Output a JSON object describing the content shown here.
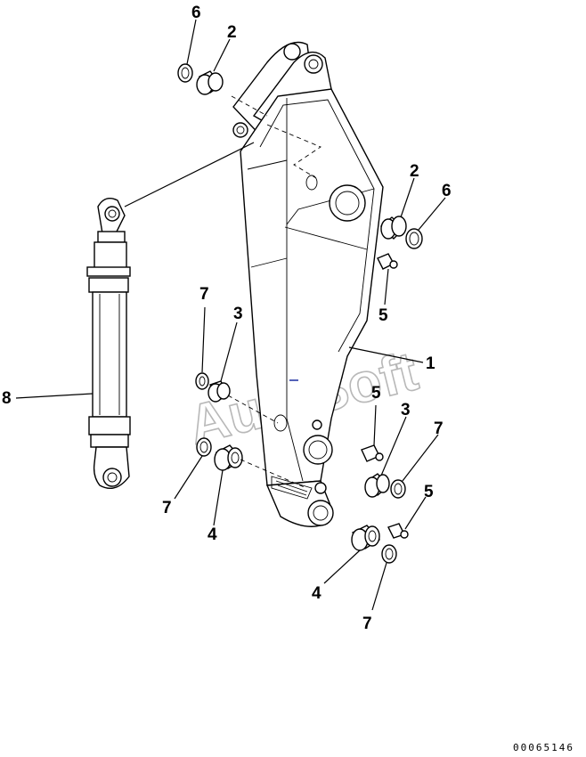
{
  "watermark": "AutoSoft",
  "drawing_number": "00065146",
  "callouts": {
    "c6a": "6",
    "c2a": "2",
    "c2b": "2",
    "c6b": "6",
    "c5a": "5",
    "c7a": "7",
    "c3a": "3",
    "c1": "1",
    "c8": "8",
    "c5b": "5",
    "c3b": "3",
    "c7b": "7",
    "c7c": "7",
    "c4a": "4",
    "c5c": "5",
    "c4b": "4",
    "c7d": "7"
  }
}
